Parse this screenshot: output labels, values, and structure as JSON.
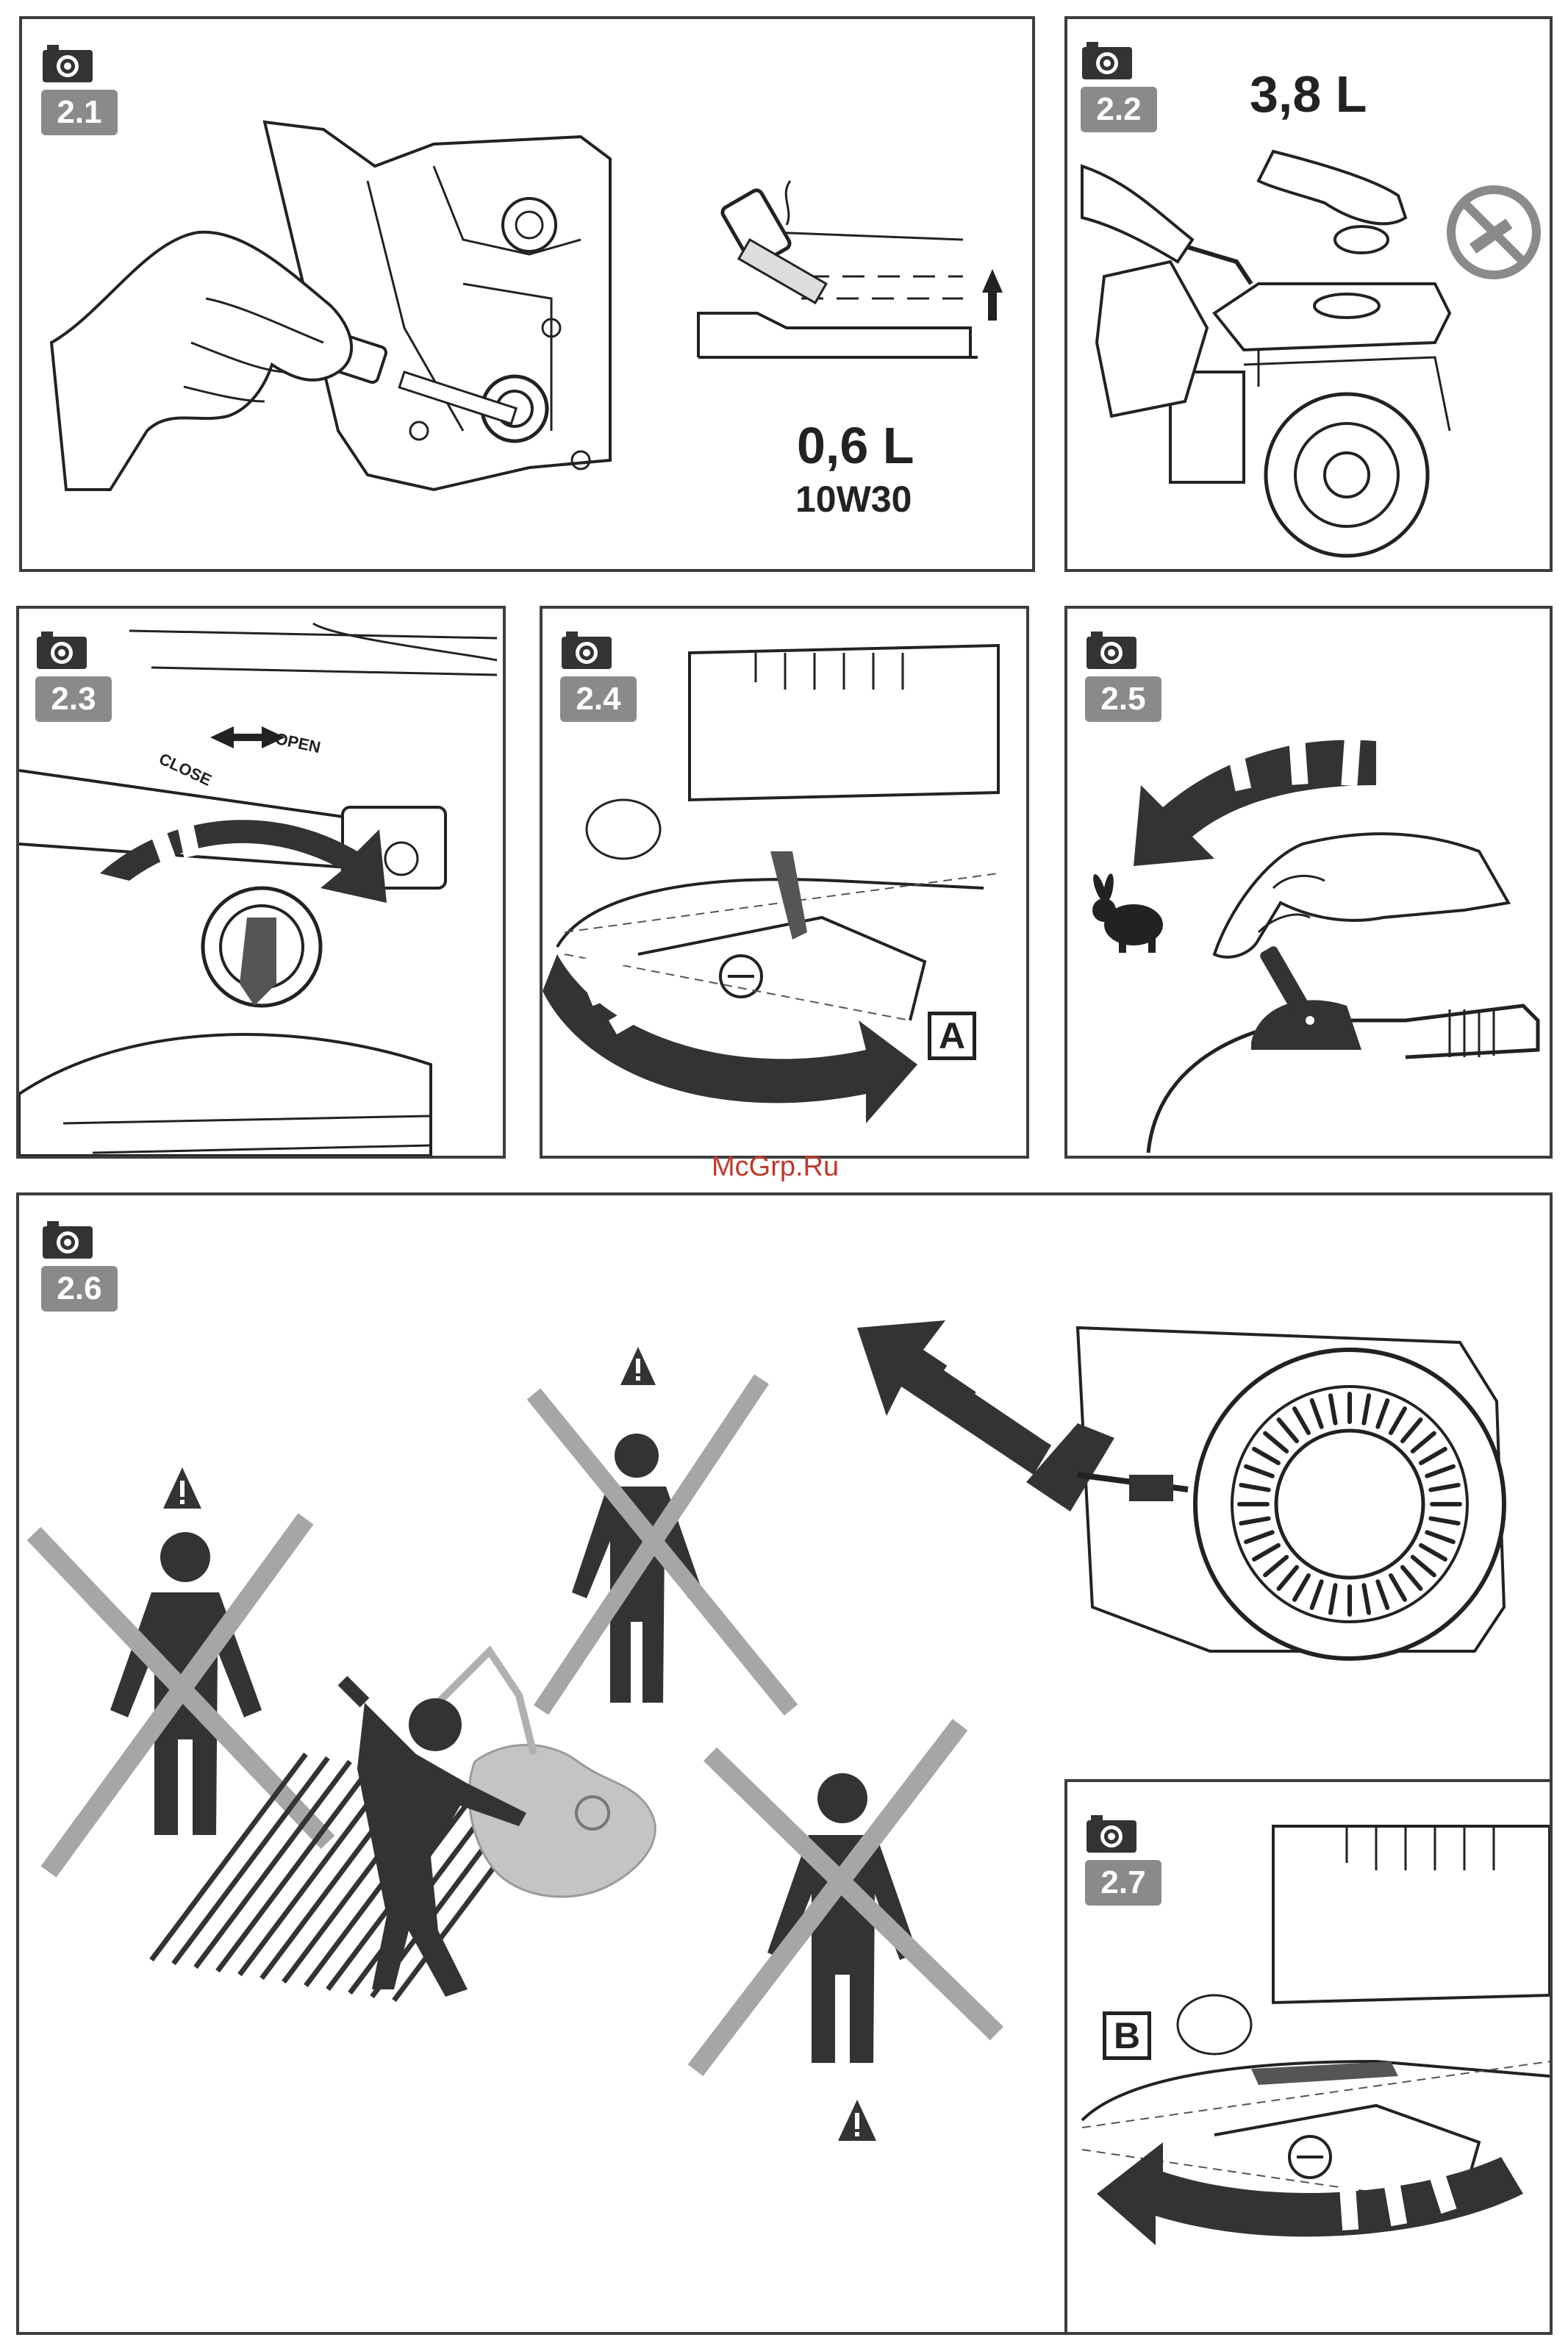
{
  "watermark": "McGrp.Ru",
  "panels": {
    "p21": {
      "step": "2.1",
      "volume": "0,6 L",
      "oil_type": "10W30"
    },
    "p22": {
      "step": "2.2",
      "volume": "3,8 L"
    },
    "p23": {
      "step": "2.3",
      "close_label": "CLOSE",
      "open_label": "OPEN"
    },
    "p24": {
      "step": "2.4",
      "marker": "A"
    },
    "p25": {
      "step": "2.5"
    },
    "p26": {
      "step": "2.6"
    },
    "p27": {
      "step": "2.7",
      "marker": "B"
    }
  },
  "icons": [
    "camera-icon",
    "no-smoking-icon",
    "warning-icon",
    "rabbit-icon",
    "person-icon"
  ],
  "colors": {
    "border": "#3d3d3d",
    "badge": "#8a8a8a",
    "dark": "#333333",
    "cross": "#a6a6a6",
    "watermark": "#c0392b"
  }
}
